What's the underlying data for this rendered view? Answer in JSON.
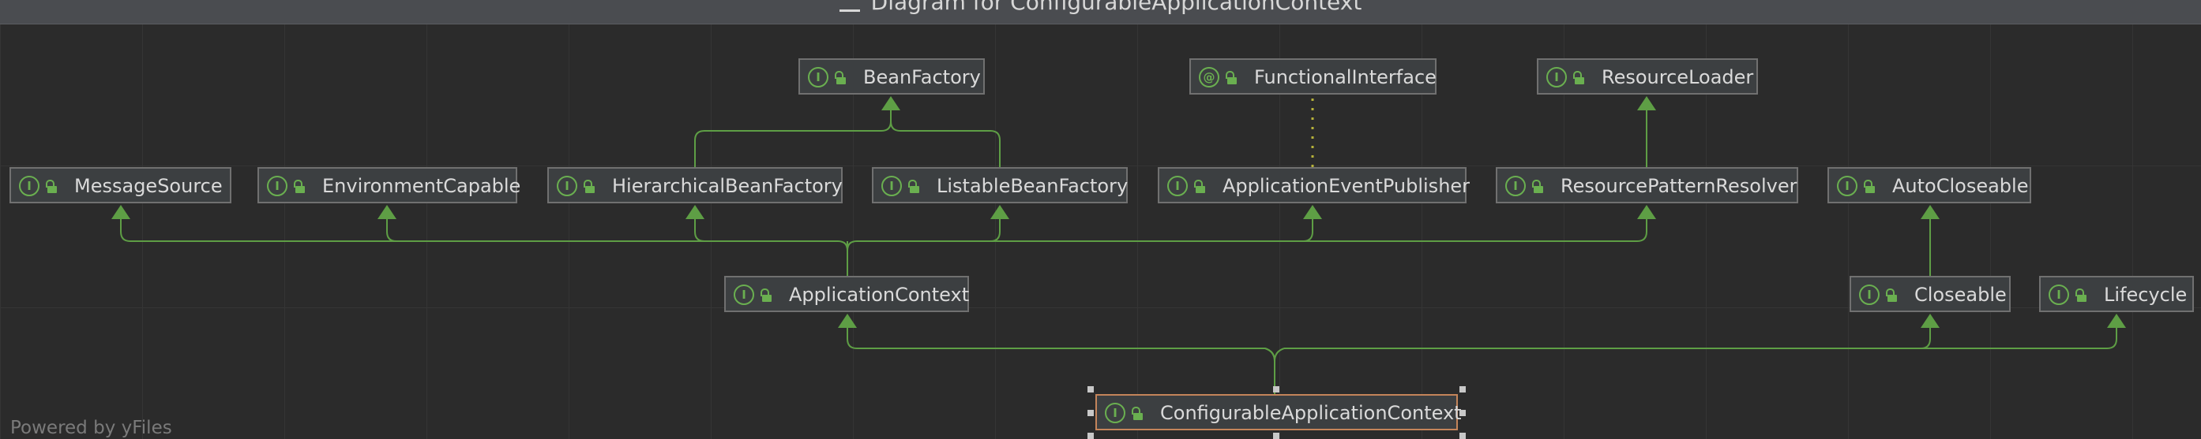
{
  "window": {
    "title": "Diagram for ConfigurableApplicationContext"
  },
  "colors": {
    "edge": "#5e9e45",
    "node_border": "#707070",
    "selected_border": "#c4845a",
    "icon": "#6aaf50"
  },
  "icons": {
    "interface": "I",
    "annotation": "@"
  },
  "nodes": {
    "bean_factory": "BeanFactory",
    "functional_interface": "FunctionalInterface",
    "resource_loader": "ResourceLoader",
    "message_source": "MessageSource",
    "environment_capable": "EnvironmentCapable",
    "hierarchical_bean_factory": "HierarchicalBeanFactory",
    "listable_bean_factory": "ListableBeanFactory",
    "application_event_publisher": "ApplicationEventPublisher",
    "resource_pattern_resolver": "ResourcePatternResolver",
    "auto_closeable": "AutoCloseable",
    "application_context": "ApplicationContext",
    "closeable": "Closeable",
    "lifecycle": "Lifecycle",
    "configurable_application_context": "ConfigurableApplicationContext"
  },
  "footer": {
    "powered_by": "Powered by yFiles"
  }
}
